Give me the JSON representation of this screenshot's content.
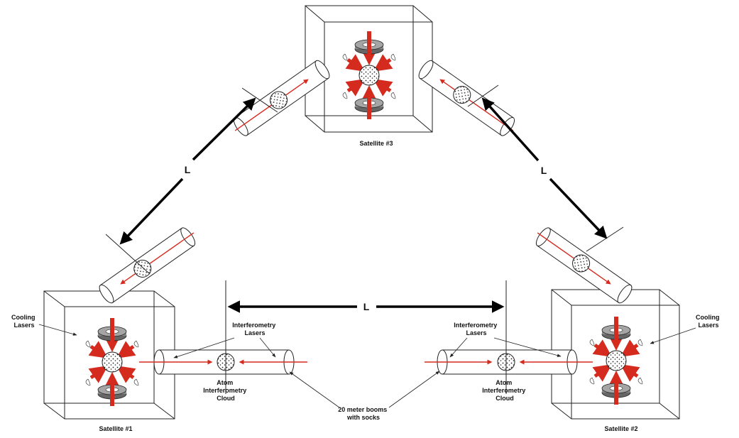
{
  "labels": {
    "satellite1": "Satellite #1",
    "satellite2": "Satellite #2",
    "satellite3": "Satellite #3",
    "distance_bottom": "L",
    "distance_left": "L",
    "distance_right": "L",
    "cooling_left": [
      "Cooling",
      "Lasers"
    ],
    "cooling_right": [
      "Cooling",
      "Lasers"
    ],
    "interf_left": [
      "Interferometry",
      "Lasers"
    ],
    "interf_right": [
      "Interferometry",
      "Lasers"
    ],
    "cloud_left": [
      "Atom",
      "Interferometry",
      "Cloud"
    ],
    "cloud_right": [
      "Atom",
      "Interferometry",
      "Cloud"
    ],
    "booms": [
      "20 meter booms",
      "with socks"
    ]
  },
  "colors": {
    "laser": "#d42b1e",
    "outline": "#222222",
    "arrow": "#000000",
    "coil": "#808080"
  }
}
